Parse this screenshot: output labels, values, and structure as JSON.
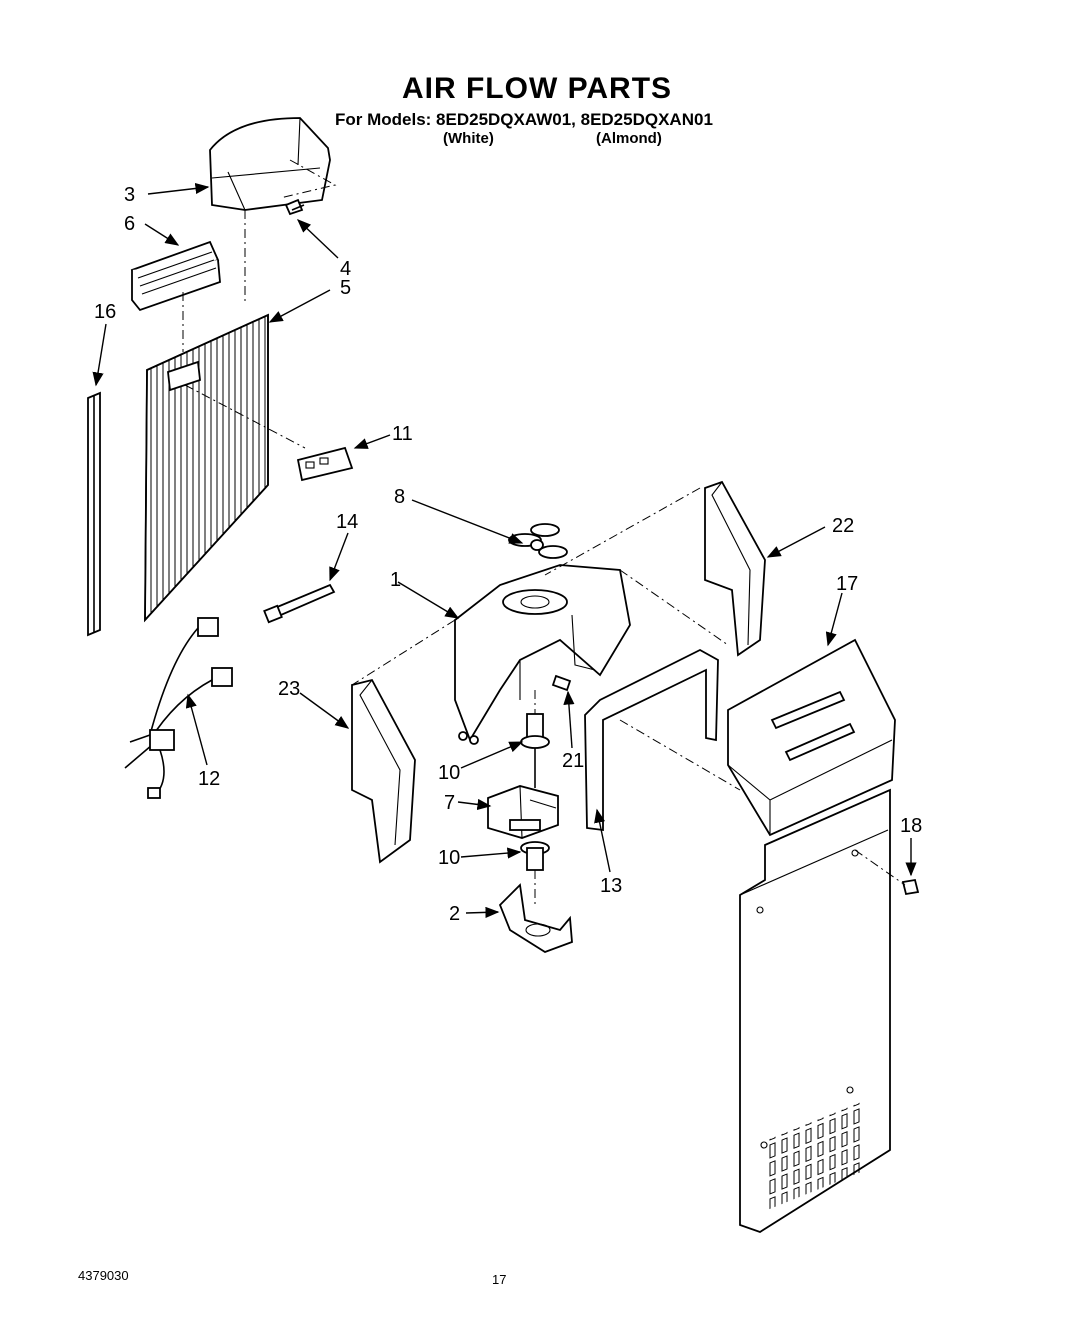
{
  "header": {
    "title": "AIR FLOW PARTS",
    "models_line": "For Models: 8ED25DQXAW01, 8ED25DQXAN01",
    "variant_1": "(White)",
    "variant_2": "(Almond)"
  },
  "callouts": {
    "c1": "1",
    "c2": "2",
    "c3": "3",
    "c4": "4",
    "c5": "5",
    "c6": "6",
    "c7": "7",
    "c8": "8",
    "c10a": "10",
    "c10b": "10",
    "c11": "11",
    "c12": "12",
    "c13": "13",
    "c14": "14",
    "c16": "16",
    "c17": "17",
    "c18": "18",
    "c21": "21",
    "c22": "22",
    "c23": "23"
  },
  "footer": {
    "doc_number": "4379030",
    "page_number": "17"
  }
}
